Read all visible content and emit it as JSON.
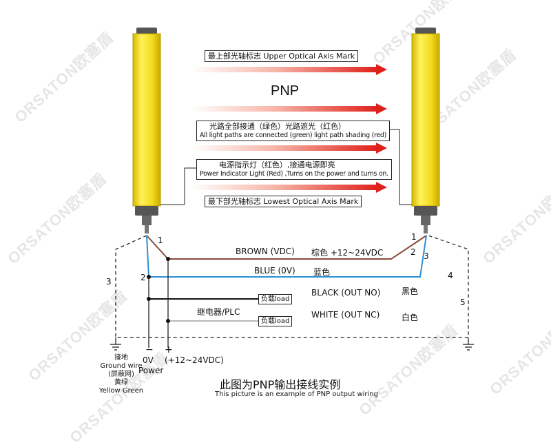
{
  "watermark": "ORSATON欧塞盾",
  "labels": {
    "upper_axis": "最上部光轴标志 Upper Optical Axis Mark",
    "mode": "PNP",
    "all_paths_cn": "光路全部接通（绿色）光路遮光（红色）",
    "all_paths_en": "All light paths are connected (green) light path shading (red)",
    "power_cn": "电源指示灯（红色）,接通电源即亮",
    "power_en": "Power Indicator Light (Red) ,Turns on the power and turns on.",
    "lower_axis": "最下部光轴标志 Lowest Optical Axis Mark"
  },
  "wires": {
    "brown": "BROWN (VDC)",
    "brown_cn": "棕色 +12~24VDC",
    "blue": "BLUE (0V)",
    "blue_cn": "蓝色",
    "black": "BLACK (OUT NO)",
    "black_cn": "黑色",
    "white": "WHITE (OUT NC)",
    "white_cn": "白色",
    "load": "负载load",
    "relay": "继电器/PLC"
  },
  "numbers": {
    "n1": "1",
    "n2": "2",
    "n3": "3",
    "n4": "4",
    "n5": "5"
  },
  "power": {
    "minus": "−",
    "plus": "+",
    "zero_v": "0V",
    "power_label": "Power",
    "vdc": "(+12~24VDC)"
  },
  "ground": {
    "cn": "接地",
    "en": "Ground wire",
    "shield": "(屏蔽网)",
    "color_cn": "黄绿",
    "color_en": "Yellow Green"
  },
  "caption": {
    "cn": "此图为PNP输出接线实例",
    "en": "This picture is an example of PNP output wiring"
  },
  "colors": {
    "sensor_yellow": "#f2dc1e",
    "brown_wire": "#8a4a3a",
    "blue_wire": "#2a8fd8",
    "black_wire": "#111111",
    "white_wire": "#b8b8b8",
    "arrow_red": "#e0201a"
  }
}
